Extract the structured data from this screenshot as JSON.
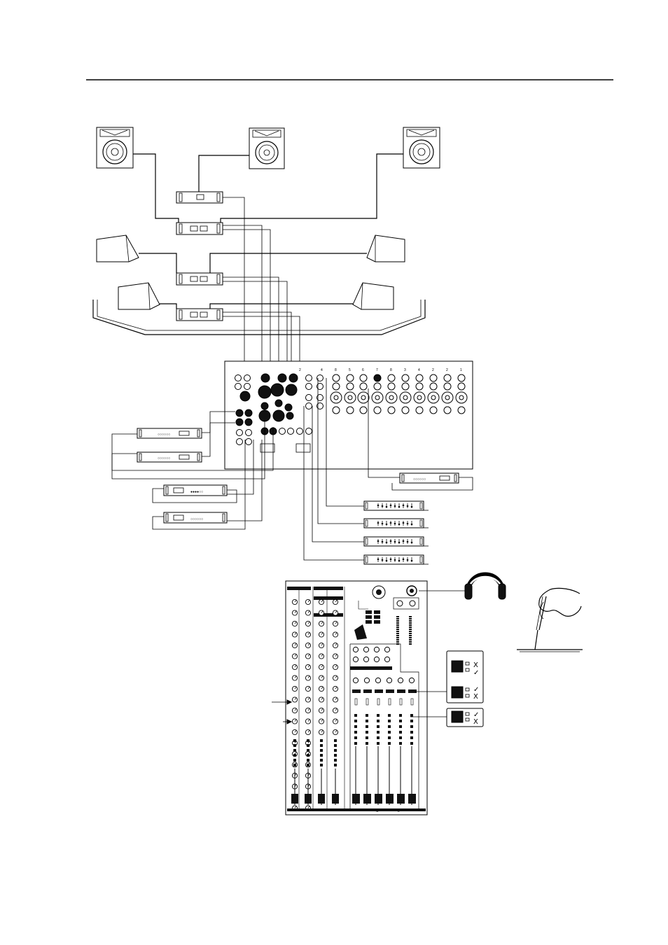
{
  "colors": {
    "ink": "#000000",
    "paper": "#ffffff",
    "fill_dark": "#111111"
  },
  "icons": [
    "speaker-icon",
    "wedge-monitor-icon",
    "amplifier-icon",
    "effects-unit-icon",
    "graphic-eq-icon",
    "mixer-console-icon",
    "headphones-icon",
    "hand-with-pen-icon",
    "switch-setting-icon"
  ],
  "rear_panel": {
    "channel_numbers": [
      "8",
      "5",
      "6",
      "7",
      "8",
      "3",
      "4",
      "2",
      "2",
      "1"
    ],
    "aux_numbers": [
      "2",
      "4"
    ]
  },
  "callouts": {
    "switch_top": {
      "up_mark": "X",
      "down_mark": "✓"
    },
    "switch_middle": {
      "up_mark": "✓",
      "down_mark": "X"
    },
    "switch_bottom": {
      "up_mark": "✓",
      "down_mark": "X"
    }
  },
  "console": {
    "master_label_1": "S",
    "master_label_2": "L"
  }
}
